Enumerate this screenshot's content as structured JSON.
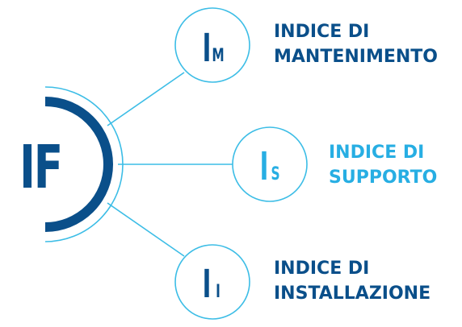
{
  "colors": {
    "dark_blue": "#0a4f8a",
    "light_blue": "#27aee3",
    "line_blue": "#3cbde6"
  },
  "center": {
    "main": "I",
    "sub": "F"
  },
  "nodes": [
    {
      "id": "m",
      "main": "I",
      "sub": "M",
      "label_line1": "INDICE DI",
      "label_line2": "MANTENIMENTO",
      "label_color": "#0a4f8a"
    },
    {
      "id": "s",
      "main": "I",
      "sub": "S",
      "label_line1": "INDICE DI",
      "label_line2": "SUPPORTO",
      "label_color": "#27aee3"
    },
    {
      "id": "i",
      "main": "I",
      "sub": "I",
      "label_line1": "INDICE DI",
      "label_line2": "INSTALLAZIONE",
      "label_color": "#0a4f8a"
    }
  ]
}
